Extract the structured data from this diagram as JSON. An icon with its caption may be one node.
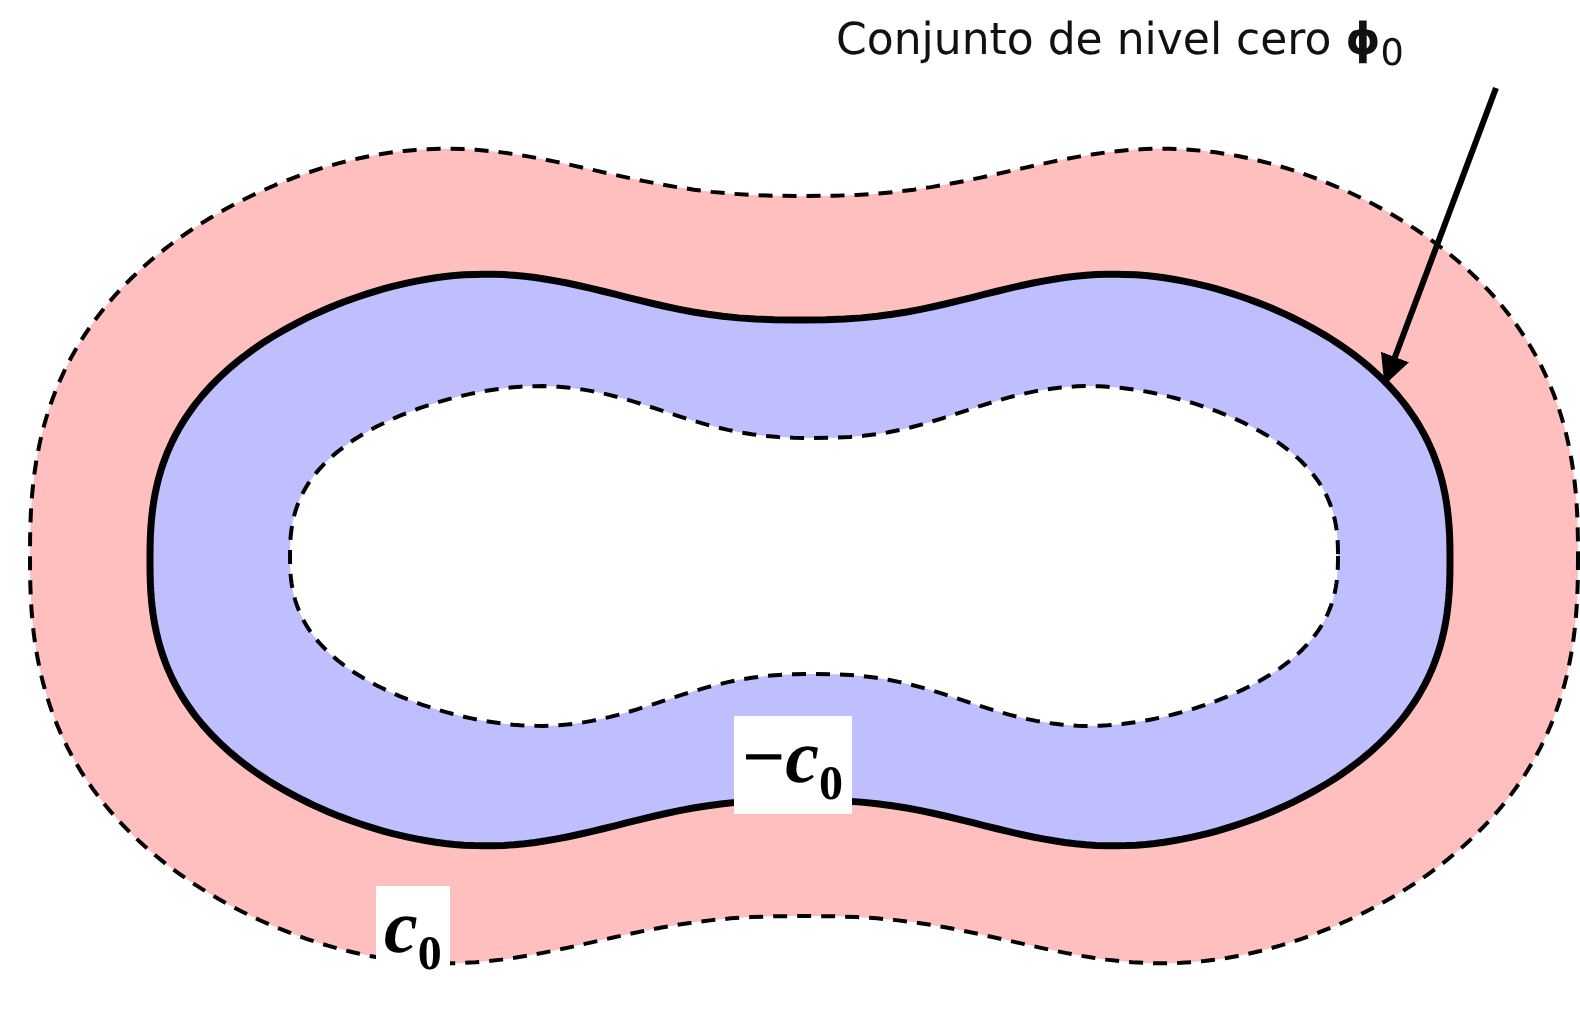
{
  "diagram": {
    "nodes": [
      {
        "text": [
          "Conjunto de nivel cero **ϕ**$_{0}$"
        ]
      },
      {
        "text": [],
        "shape": "curve"
      }
    ],
    "edges": [
      {
        "from": 0,
        "to": 1,
        "arrow": "to"
      }
    ],
    "labels": [
      "−*c*$_{0}$",
      "*c*$_{0}$"
    ]
  }
}
